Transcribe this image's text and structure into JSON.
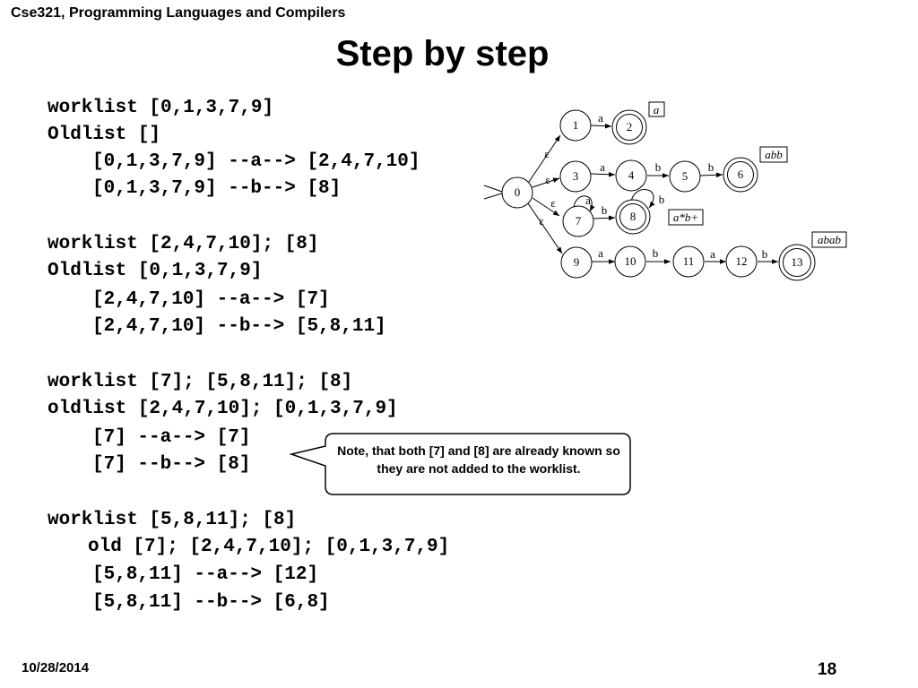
{
  "header": {
    "course": "Cse321, Programming Languages and Compilers",
    "title": "Step by step"
  },
  "steps": [
    "worklist [0,1,3,7,9]",
    "Oldlist []",
    "[0,1,3,7,9] --a--> [2,4,7,10]",
    "[0,1,3,7,9] --b--> [8]",
    "worklist [2,4,7,10]; [8]",
    "Oldlist [0,1,3,7,9]",
    "[2,4,7,10] --a--> [7]",
    "[2,4,7,10] --b--> [5,8,11]",
    "worklist [7]; [5,8,11]; [8]",
    "oldlist [2,4,7,10]; [0,1,3,7,9]",
    "[7] --a--> [7]",
    "[7] --b--> [8]",
    "worklist [5,8,11]; [8]",
    "old [7]; [2,4,7,10]; [0,1,3,7,9]",
    "[5,8,11] --a--> [12]",
    "[5,8,11] --b--> [6,8]"
  ],
  "callout": "Note, that both [7] and [8] are already known so they are not added to the worklist.",
  "nfa": {
    "states": [
      "0",
      "1",
      "2",
      "3",
      "4",
      "5",
      "6",
      "7",
      "8",
      "9",
      "10",
      "11",
      "12",
      "13"
    ],
    "edge_labels": {
      "a": "a",
      "b": "b",
      "epsilon": "ε"
    },
    "regex_labels": [
      "a",
      "abb",
      "a*b+",
      "abab"
    ]
  },
  "footer": {
    "date": "10/28/2014",
    "page": "18"
  }
}
